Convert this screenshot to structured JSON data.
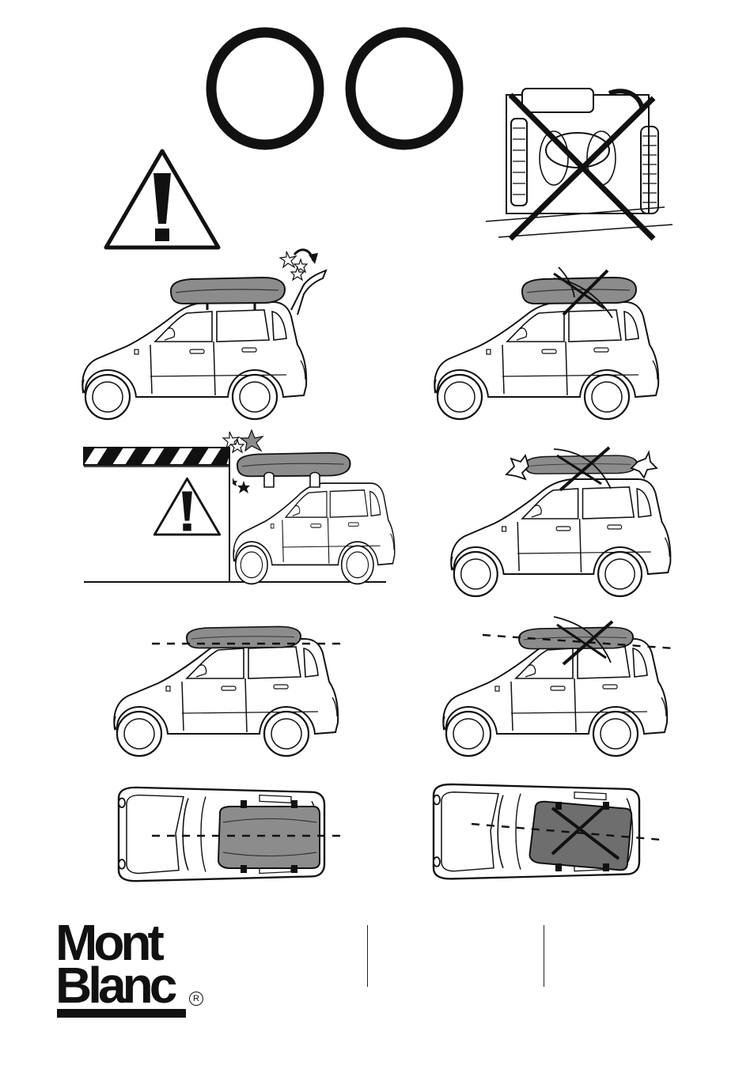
{
  "brand": {
    "line1": "Mont",
    "line2": "Blanc",
    "registered_mark": "R"
  },
  "illustrations": [
    {
      "name": "manual-rings-symbol"
    },
    {
      "name": "warning-triangle"
    },
    {
      "name": "car-wash-prohibited"
    },
    {
      "name": "tailgate-collision-warning"
    },
    {
      "name": "damaged-box-prohibited"
    },
    {
      "name": "low-clearance-warning"
    },
    {
      "name": "overloaded-box-prohibited"
    },
    {
      "name": "level-box-correct"
    },
    {
      "name": "tilted-box-prohibited"
    },
    {
      "name": "centered-box-top-view-correct"
    },
    {
      "name": "off-center-box-top-view-prohibited"
    }
  ],
  "colors": {
    "line": "#111111",
    "box_fill": "#8c8c8c",
    "box_fill_dark": "#6e6e6e"
  }
}
